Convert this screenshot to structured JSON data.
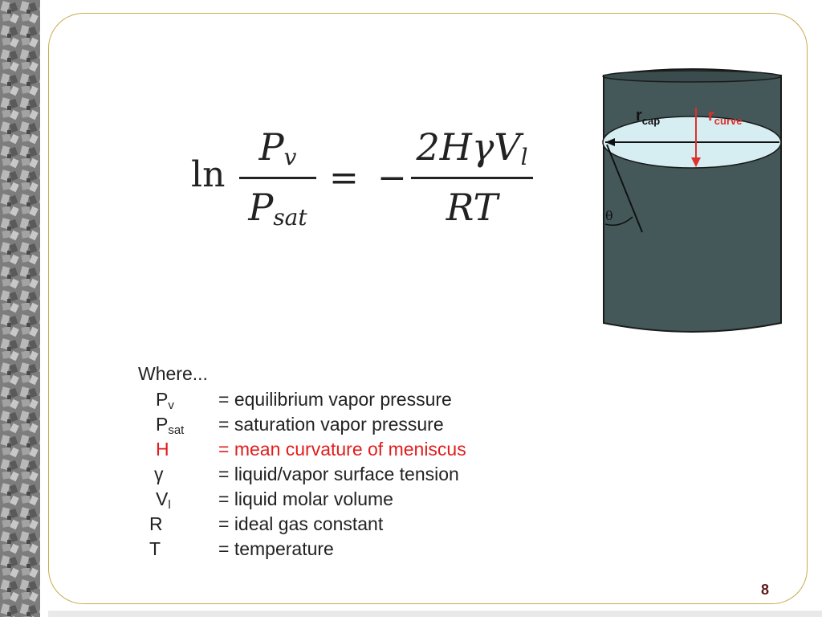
{
  "equation": {
    "ln": "ln",
    "lhs_num_base": "P",
    "lhs_num_sub": "v",
    "lhs_den_base": "P",
    "lhs_den_sub": "sat",
    "equals": "=",
    "minus": "−",
    "rhs_num_base": "2HγV",
    "rhs_num_sub": "l",
    "rhs_den": "RT"
  },
  "figure": {
    "r_cap_label": "r",
    "r_cap_sub": "cap",
    "r_curve_label": "r",
    "r_curve_sub": "curve",
    "theta_label": "θ",
    "colors": {
      "liquid": "#44585a",
      "meniscus": "#d6eef2",
      "arrow": "#e0302a"
    }
  },
  "legend": {
    "intro": "Where...",
    "rows": [
      {
        "sym": "P",
        "sub": "v",
        "def": "= equilibrium vapor pressure",
        "highlight": false
      },
      {
        "sym": "P",
        "sub": "sat",
        "def": "= saturation vapor pressure",
        "highlight": false
      },
      {
        "sym": "H",
        "sub": "",
        "def": "= mean curvature of meniscus",
        "highlight": true
      },
      {
        "sym": "γ",
        "sub": "",
        "def": "= liquid/vapor surface tension",
        "highlight": false
      },
      {
        "sym": "V",
        "sub": "l",
        "def": "= liquid molar volume",
        "highlight": false
      },
      {
        "sym": "R",
        "sub": "",
        "def": "= ideal gas constant",
        "highlight": false
      },
      {
        "sym": "T",
        "sub": "",
        "def": "= temperature",
        "highlight": false
      }
    ],
    "highlight_color": "#e21d1d"
  },
  "page_number": "8"
}
